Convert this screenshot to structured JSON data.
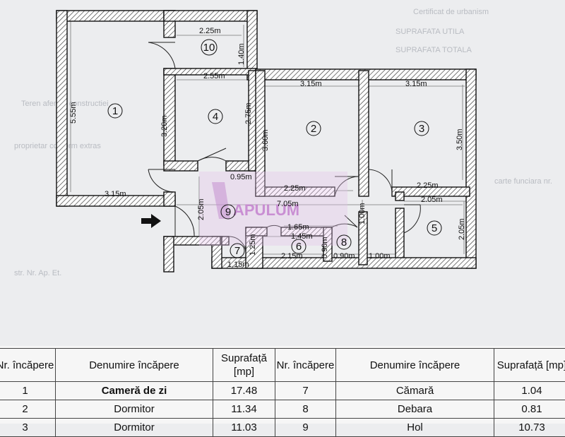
{
  "plan": {
    "room_numbers": [
      "1",
      "2",
      "3",
      "4",
      "5",
      "6",
      "7",
      "8",
      "9",
      "10"
    ],
    "dimensions": {
      "r10_width": "2.25m",
      "r10_height": "1.40m",
      "r4_width": "2.55m",
      "r4_left": "3.20m",
      "r4_right": "2.75m",
      "r1_height": "5.55m",
      "r1_width": "3.15m",
      "r2_top": "3.15m",
      "r2_left": "3.60m",
      "r2_bottom": "2.25m",
      "r3_top": "3.15m",
      "r3_right": "3.50m",
      "r3_bottom": "2.25m",
      "hall_width": "7.05m",
      "hall_height": "2.05m",
      "door_gap": "0.95m",
      "r5_top": "2.05m",
      "r5_right": "2.05m",
      "r5_door": "1.00m",
      "r6_top": "1.65m",
      "r6_inner": "1.45m",
      "r6_bottom": "2.15m",
      "r6_left": "1.25m",
      "r7_bottom": "1.15m",
      "r8_height": "0.90m",
      "r8_bottom": "0.90m",
      "r8_right": "1.00m",
      "bottom_right": "1.00m"
    },
    "watermark": "APULUM",
    "background_text": [
      "Certificat de urbanism",
      "SUPRAFATA UTILA",
      "SUPRAFATA TOTALA",
      "Teren aferent constructiei",
      "proprietar conform extras",
      "carte funciara nr.",
      "str. Nr. Ap. Et."
    ]
  },
  "legend": {
    "headers": [
      "Nr. încăpere",
      "Denumire încăpere",
      "Suprafață [mp]",
      "Nr. încăpere",
      "Denumire încăpere",
      "Suprafață [mp]"
    ],
    "rows": [
      [
        "1",
        "Cameră de zi",
        "17.48",
        "7",
        "Cămară",
        "1.04"
      ],
      [
        "2",
        "Dormitor",
        "11.34",
        "8",
        "Debara",
        "0.81"
      ],
      [
        "3",
        "Dormitor",
        "11.03",
        "9",
        "Hol",
        "10.73"
      ]
    ]
  },
  "colors": {
    "wall": "#1a1a1a",
    "hatch": "#555555",
    "watermark": "#d7a6dc",
    "paper": "#ecedef"
  }
}
